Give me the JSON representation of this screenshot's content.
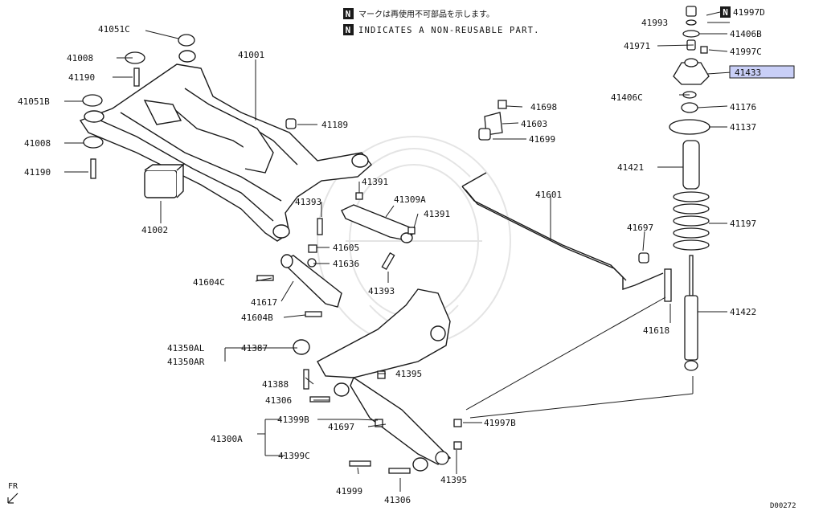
{
  "notes": {
    "n_symbol": "N",
    "jp": "マークは再使用不可部品を示します。",
    "en": "INDICATES A NON-REUSABLE PART."
  },
  "labels": {
    "p41051C": "41051C",
    "p41008_a": "41008",
    "p41190_a": "41190",
    "p41051B": "41051B",
    "p41008_b": "41008",
    "p41190_b": "41190",
    "p41001": "41001",
    "p41189": "41189",
    "p41002": "41002",
    "p41391_a": "41391",
    "p41393_a": "41393",
    "p41309A": "41309A",
    "p41391_b": "41391",
    "p41605": "41605",
    "p41636": "41636",
    "p41604C": "41604C",
    "p41393_b": "41393",
    "p41617": "41617",
    "p41604B": "41604B",
    "p41350AL": "41350AL",
    "p41350AR": "41350AR",
    "p41387": "41387",
    "p41388": "41388",
    "p41395_a": "41395",
    "p41306_a": "41306",
    "p41399B": "41399B",
    "p41697_a": "41697",
    "p41997B": "41997B",
    "p41300A": "41300A",
    "p41399C": "41399C",
    "p41999": "41999",
    "p41306_b": "41306",
    "p41395_b": "41395",
    "p41698": "41698",
    "p41603": "41603",
    "p41699": "41699",
    "p41601": "41601",
    "p41697_b": "41697",
    "p41618": "41618",
    "p41997D": "41997D",
    "p41993": "41993",
    "p41406B": "41406B",
    "p41971": "41971",
    "p41997C": "41997C",
    "p41433": "41433",
    "p41406C": "41406C",
    "p41176": "41176",
    "p41137": "41137",
    "p41421": "41421",
    "p41197": "41197",
    "p41422": "41422"
  },
  "n_marks": {
    "m41997D": "N"
  },
  "highlight": {
    "part": "41433",
    "color": "#c9cff7"
  },
  "footer": {
    "fr": "FR",
    "code": "D00272"
  }
}
